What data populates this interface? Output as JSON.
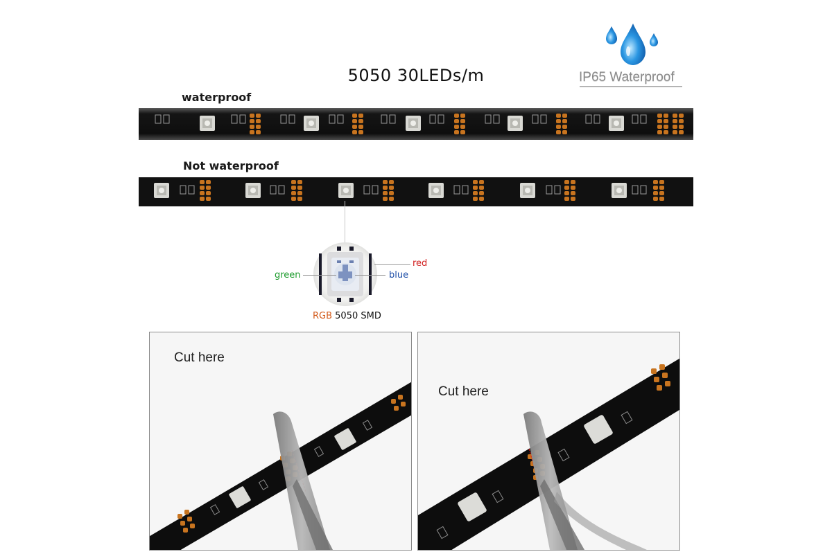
{
  "header": {
    "title": "5050  30LEDs/m",
    "badge_text": "IP65 Waterproof"
  },
  "strips": {
    "waterproof_label": "waterproof",
    "not_waterproof_label": "Not waterproof"
  },
  "smd": {
    "green": "green",
    "red": "red",
    "blue": "blue",
    "caption_rgb": "RGB",
    "caption_rest": " 5050 SMD"
  },
  "photos": {
    "left_cut_label": "Cut here",
    "right_cut_label": "Cut here"
  },
  "colors": {
    "strip": "#121212",
    "pad": "#c8741f",
    "led": "#e4e4e0",
    "water_drop": "#1e88d8",
    "green_label": "#1a9a2a",
    "red_label": "#d11f1f",
    "blue_label": "#1f4fa8"
  }
}
